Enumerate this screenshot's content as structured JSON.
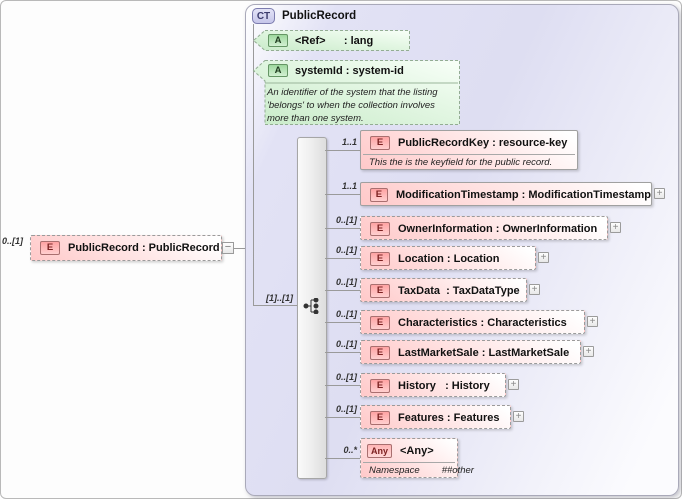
{
  "diagram_title": "PublicRecord",
  "complex_type": {
    "badge": "CT",
    "title": "PublicRecord"
  },
  "source_element": {
    "badge": "E",
    "label": "PublicRecord : PublicRecord",
    "cardinality": "0..[1]",
    "collapse_icon_glyph": "−"
  },
  "attributes": [
    {
      "badge": "A",
      "label": "<Ref>      : lang"
    },
    {
      "badge": "A",
      "label": "systemId : system-id",
      "annotation": "An identifier of the system that the listing 'belongs' to when the collection involves more than one system."
    }
  ],
  "compositor": {
    "type": "sequence",
    "cardinality": "[1]..[1]",
    "icon": "sequence-icon"
  },
  "elements": [
    {
      "badge": "E",
      "label": "PublicRecordKey : resource-key",
      "cardinality": "1..1",
      "annotation": "This the is the keyfield for the public record.",
      "border": "solid",
      "expandable": false
    },
    {
      "badge": "E",
      "label": "ModificationTimestamp : ModificationTimestamp",
      "cardinality": "1..1",
      "border": "solid",
      "expandable": true
    },
    {
      "badge": "E",
      "label": "OwnerInformation : OwnerInformation",
      "cardinality": "0..[1]",
      "border": "dashed",
      "expandable": true
    },
    {
      "badge": "E",
      "label": "Location : Location",
      "cardinality": "0..[1]",
      "border": "dashed",
      "expandable": true
    },
    {
      "badge": "E",
      "label": "TaxData  : TaxDataType",
      "cardinality": "0..[1]",
      "border": "dashed",
      "expandable": true
    },
    {
      "badge": "E",
      "label": "Characteristics : Characteristics",
      "cardinality": "0..[1]",
      "border": "dashed",
      "expandable": true
    },
    {
      "badge": "E",
      "label": "LastMarketSale : LastMarketSale",
      "cardinality": "0..[1]",
      "border": "dashed",
      "expandable": true
    },
    {
      "badge": "E",
      "label": "History   : History",
      "cardinality": "0..[1]",
      "border": "dashed",
      "expandable": true
    },
    {
      "badge": "E",
      "label": "Features : Features",
      "cardinality": "0..[1]",
      "border": "dashed",
      "expandable": true
    },
    {
      "badge": "Any",
      "label": "<Any>",
      "cardinality": "0..*",
      "border": "dashed",
      "expandable": false,
      "namespace_label": "Namespace",
      "namespace_value": "##other"
    }
  ],
  "icons": {
    "expand_glyph": "+",
    "collapse_glyph": "−"
  },
  "colors": {
    "container_fill": "#dedef2",
    "container_border": "#a9a9b9",
    "element_fill": "#ffd0d0",
    "element_border": "#9b9b9b",
    "attribute_fill": "#d9f2d9",
    "attribute_border": "#93ad93",
    "compositor_fill": "#e9e9e9",
    "connector": "#9a9a9a"
  }
}
